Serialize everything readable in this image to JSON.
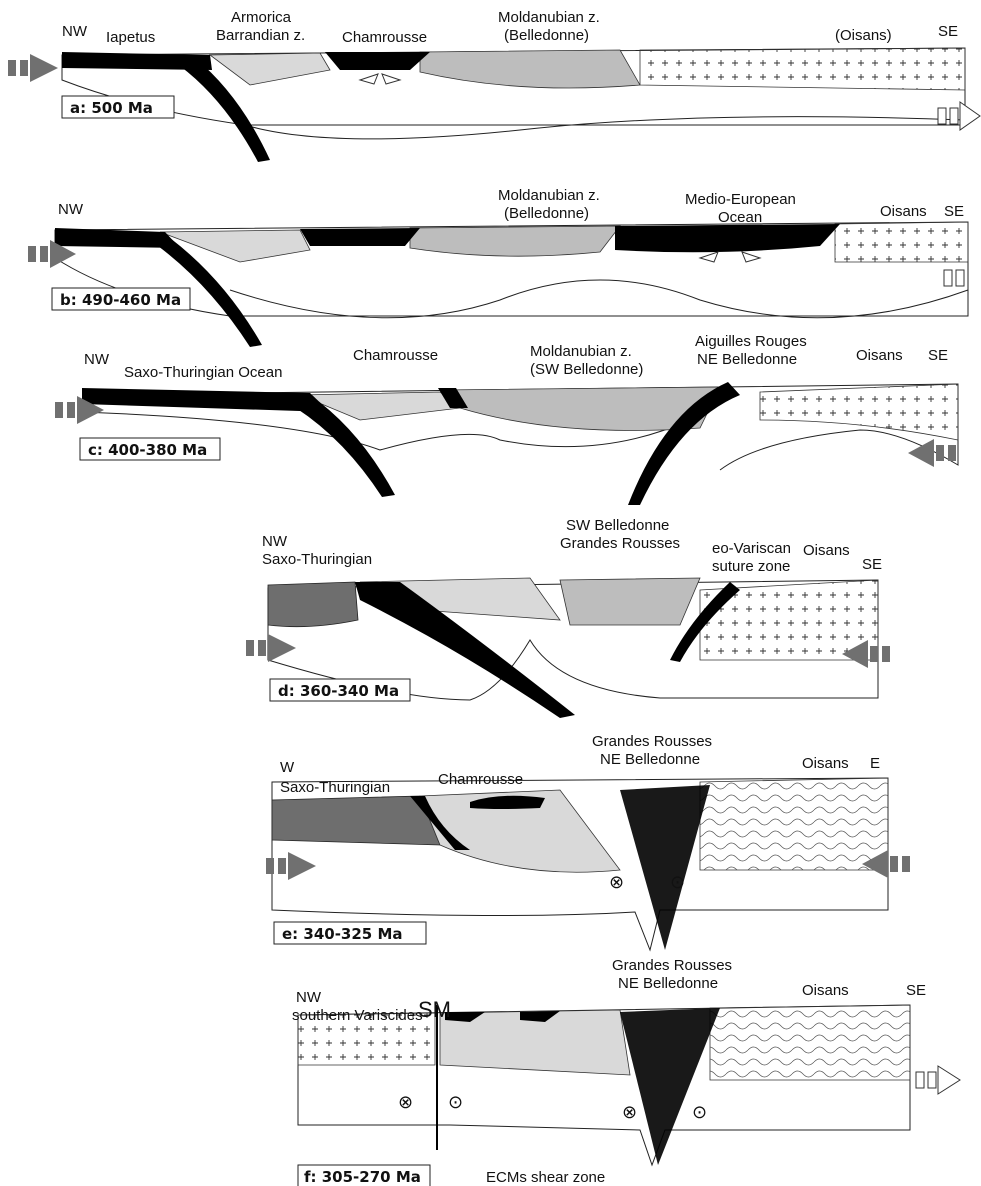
{
  "panels": {
    "a": {
      "stage": "a: 500 Ma",
      "labels": {
        "nw": "NW",
        "iapetus": "Iapetus",
        "armorica1": "Armorica",
        "armorica2": "Barrandian z.",
        "chamrousse": "Chamrousse",
        "mold1": "Moldanubian z.",
        "mold2": "(Belledonne)",
        "oisans": "(Oisans)",
        "se": "SE"
      }
    },
    "b": {
      "stage": "b: 490-460 Ma",
      "labels": {
        "nw": "NW",
        "mold1": "Moldanubian z.",
        "mold2": "(Belledonne)",
        "medio1": "Medio-European",
        "medio2": "Ocean",
        "oisans": "Oisans",
        "se": "SE"
      }
    },
    "c": {
      "stage": "c: 400-380 Ma",
      "labels": {
        "nw": "NW",
        "saxo": "Saxo-Thuringian Ocean",
        "chamrousse": "Chamrousse",
        "mold1": "Moldanubian z.",
        "mold2": "(SW Belledonne)",
        "aig1": "Aiguilles Rouges",
        "aig2": "NE Belledonne",
        "oisans": "Oisans",
        "se": "SE"
      }
    },
    "d": {
      "stage": "d: 360-340 Ma",
      "labels": {
        "nw": "NW",
        "saxo": "Saxo-Thuringian",
        "sw1": "SW Belledonne",
        "sw2": "Grandes Rousses",
        "eo1": "eo-Variscan",
        "eo2": "suture zone",
        "oisans": "Oisans",
        "se": "SE"
      }
    },
    "e": {
      "stage": "e: 340-325 Ma",
      "labels": {
        "w": "W",
        "saxo": "Saxo-Thuringian",
        "chamrousse": "Chamrousse",
        "gr1": "Grandes Rousses",
        "gr2": "NE Belledonne",
        "oisans": "Oisans",
        "e": "E"
      }
    },
    "f": {
      "stage": "f: 305-270 Ma",
      "labels": {
        "nw": "NW",
        "sv": "southern Variscides",
        "sm": "SM",
        "gr1": "Grandes Rousses",
        "gr2": "NE Belledonne",
        "oisans": "Oisans",
        "se": "SE",
        "ecms": "ECMs shear zone"
      }
    }
  },
  "colors": {
    "slab": "#000000",
    "light": "#d9d9d9",
    "mid": "#bdbdbd",
    "dark": "#6e6e6e",
    "arrow": "#707070"
  }
}
